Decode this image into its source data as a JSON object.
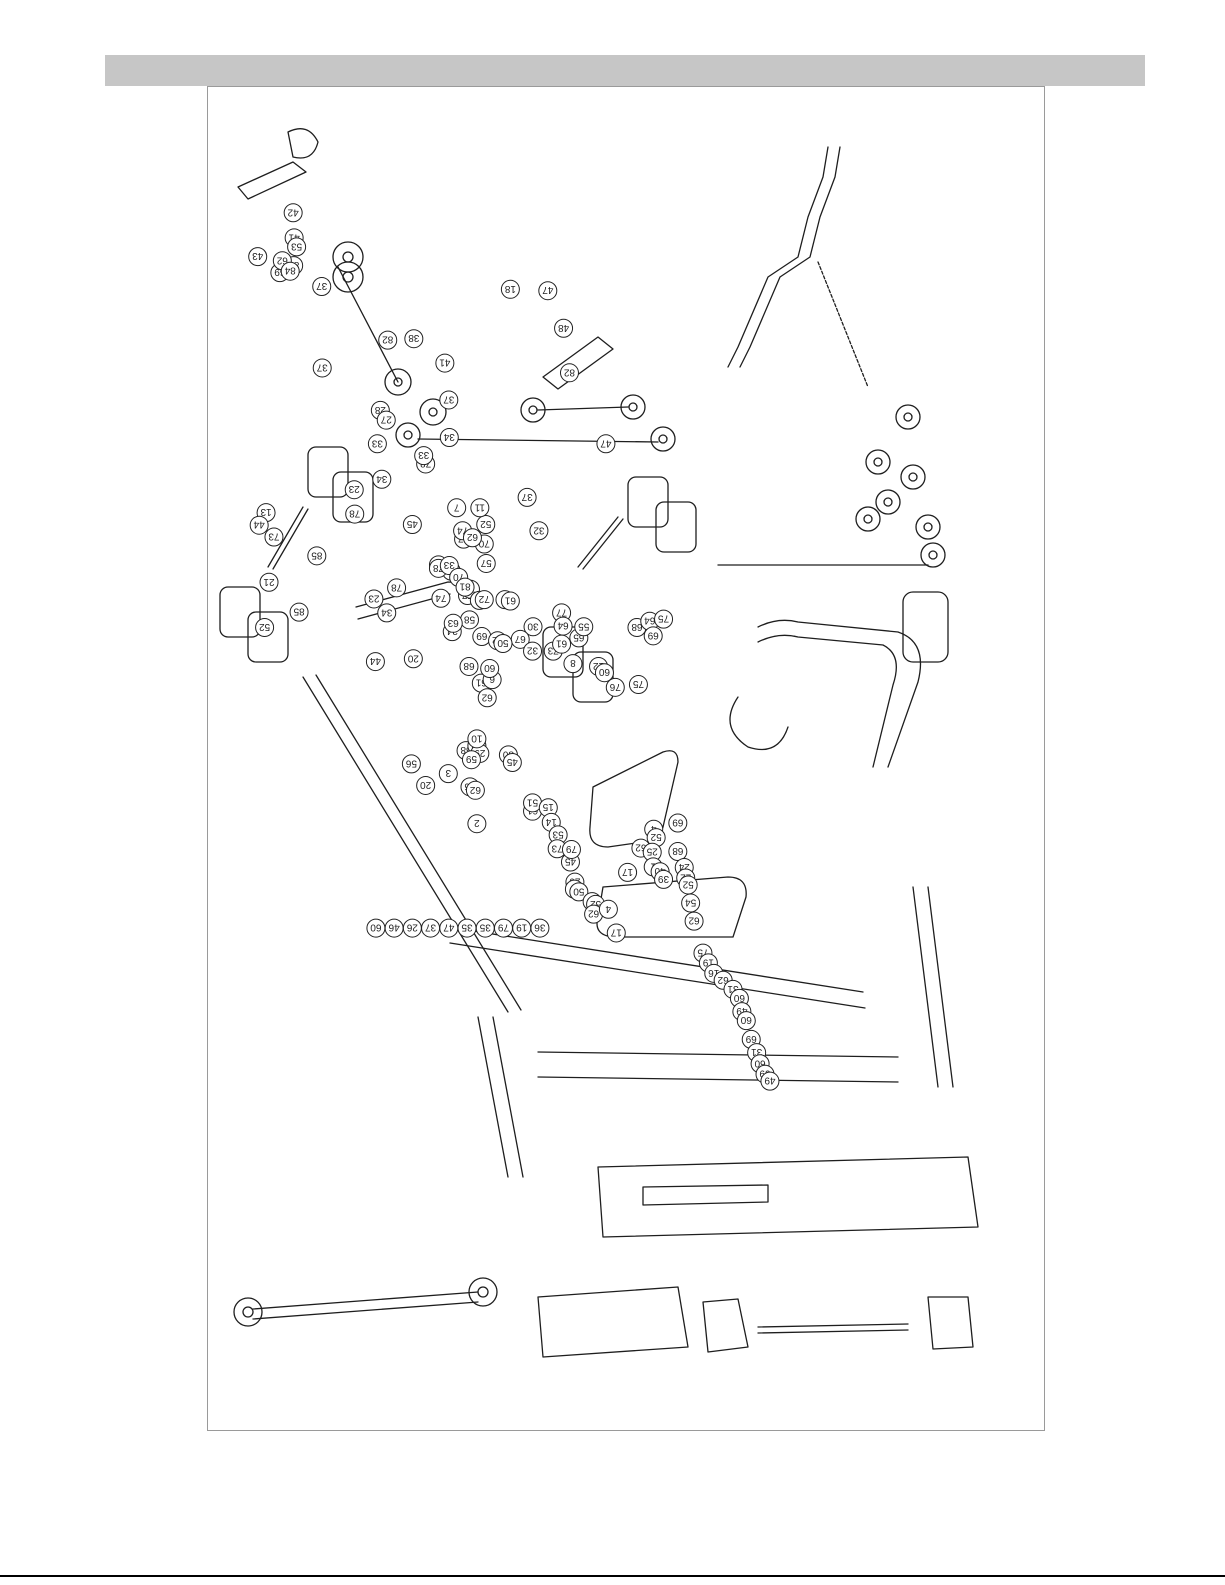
{
  "diagram": {
    "type": "exploded-parts-diagram",
    "callouts": [
      {
        "label": "42"
      },
      {
        "label": "41"
      },
      {
        "label": "43"
      },
      {
        "label": "53"
      },
      {
        "label": "83"
      },
      {
        "label": "69"
      },
      {
        "label": "62"
      },
      {
        "label": "84"
      },
      {
        "label": "37"
      },
      {
        "label": "37"
      },
      {
        "label": "28"
      },
      {
        "label": "37"
      },
      {
        "label": "38"
      },
      {
        "label": "41"
      },
      {
        "label": "82"
      },
      {
        "label": "18"
      },
      {
        "label": "47"
      },
      {
        "label": "48"
      },
      {
        "label": "82"
      },
      {
        "label": "47"
      },
      {
        "label": "37"
      },
      {
        "label": "27"
      },
      {
        "label": "33"
      },
      {
        "label": "78"
      },
      {
        "label": "34"
      },
      {
        "label": "23"
      },
      {
        "label": "78"
      },
      {
        "label": "33"
      },
      {
        "label": "34"
      },
      {
        "label": "45"
      },
      {
        "label": "7"
      },
      {
        "label": "77"
      },
      {
        "label": "74"
      },
      {
        "label": "77"
      },
      {
        "label": "45"
      },
      {
        "label": "74"
      },
      {
        "label": "33"
      },
      {
        "label": "78"
      },
      {
        "label": "34"
      },
      {
        "label": "23"
      },
      {
        "label": "78"
      },
      {
        "label": "33"
      },
      {
        "label": "34"
      },
      {
        "label": "52"
      },
      {
        "label": "70"
      },
      {
        "label": "62"
      },
      {
        "label": "77"
      },
      {
        "label": "32"
      },
      {
        "label": "11"
      },
      {
        "label": "9"
      },
      {
        "label": "13"
      },
      {
        "label": "44"
      },
      {
        "label": "73"
      },
      {
        "label": "85"
      },
      {
        "label": "21"
      },
      {
        "label": "85"
      },
      {
        "label": "52"
      },
      {
        "label": "20"
      },
      {
        "label": "44"
      },
      {
        "label": "70"
      },
      {
        "label": "81"
      },
      {
        "label": "57"
      },
      {
        "label": "72"
      },
      {
        "label": "58"
      },
      {
        "label": "63"
      },
      {
        "label": "5"
      },
      {
        "label": "61"
      },
      {
        "label": "30"
      },
      {
        "label": "67"
      },
      {
        "label": "69"
      },
      {
        "label": "62"
      },
      {
        "label": "50"
      },
      {
        "label": "61"
      },
      {
        "label": "68"
      },
      {
        "label": "6"
      },
      {
        "label": "32"
      },
      {
        "label": "73"
      },
      {
        "label": "77"
      },
      {
        "label": "64"
      },
      {
        "label": "65"
      },
      {
        "label": "55"
      },
      {
        "label": "12"
      },
      {
        "label": "60"
      },
      {
        "label": "61"
      },
      {
        "label": "8"
      },
      {
        "label": "76"
      },
      {
        "label": "75"
      },
      {
        "label": "68"
      },
      {
        "label": "64"
      },
      {
        "label": "69"
      },
      {
        "label": "75"
      },
      {
        "label": "3"
      },
      {
        "label": "60"
      },
      {
        "label": "62"
      },
      {
        "label": "58"
      },
      {
        "label": "62"
      },
      {
        "label": "29"
      },
      {
        "label": "10"
      },
      {
        "label": "80"
      },
      {
        "label": "45"
      },
      {
        "label": "56"
      },
      {
        "label": "20"
      },
      {
        "label": "59"
      },
      {
        "label": "66"
      },
      {
        "label": "62"
      },
      {
        "label": "2"
      },
      {
        "label": "61"
      },
      {
        "label": "51"
      },
      {
        "label": "15"
      },
      {
        "label": "14"
      },
      {
        "label": "53"
      },
      {
        "label": "73"
      },
      {
        "label": "45"
      },
      {
        "label": "79"
      },
      {
        "label": "20"
      },
      {
        "label": "2"
      },
      {
        "label": "50"
      },
      {
        "label": "59"
      },
      {
        "label": "52"
      },
      {
        "label": "62"
      },
      {
        "label": "4"
      },
      {
        "label": "17"
      },
      {
        "label": "17"
      },
      {
        "label": "4"
      },
      {
        "label": "52"
      },
      {
        "label": "62"
      },
      {
        "label": "25"
      },
      {
        "label": "1"
      },
      {
        "label": "40"
      },
      {
        "label": "39"
      },
      {
        "label": "69"
      },
      {
        "label": "68"
      },
      {
        "label": "24"
      },
      {
        "label": "22"
      },
      {
        "label": "52"
      },
      {
        "label": "54"
      },
      {
        "label": "62"
      },
      {
        "label": "75"
      },
      {
        "label": "19"
      },
      {
        "label": "16"
      },
      {
        "label": "62"
      },
      {
        "label": "31"
      },
      {
        "label": "60"
      },
      {
        "label": "49"
      },
      {
        "label": "60"
      },
      {
        "label": "69"
      },
      {
        "label": "31"
      },
      {
        "label": "60"
      },
      {
        "label": "69"
      },
      {
        "label": "49"
      },
      {
        "label": "60"
      },
      {
        "label": "46"
      },
      {
        "label": "26"
      },
      {
        "label": "37"
      },
      {
        "label": "47"
      },
      {
        "label": "35"
      },
      {
        "label": "35"
      },
      {
        "label": "79"
      },
      {
        "label": "19"
      },
      {
        "label": "36"
      }
    ]
  }
}
